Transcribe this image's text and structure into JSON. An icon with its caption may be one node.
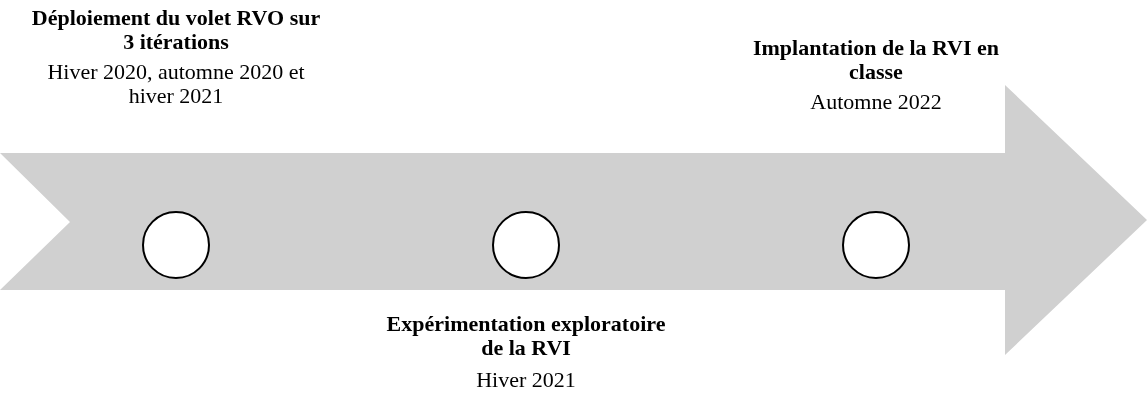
{
  "diagram": {
    "nodes": [
      {
        "text": [],
        "shape": "arrow"
      },
      {
        "text": [],
        "shape": "circle",
        "in": 0,
        "beside": [
          "Déploiement du volet RVO sur 3 itérations",
          "Hiver 2020, automne 2020 et hiver 2021"
        ]
      },
      {
        "text": [],
        "shape": "circle",
        "in": 0,
        "beside": [
          "Expérimentation exploratoire de la RVI",
          "Hiver 2021"
        ]
      },
      {
        "text": [],
        "shape": "circle",
        "in": 0,
        "beside": [
          "Implantation de la RVI en classe",
          "Automne 2022"
        ]
      }
    ],
    "edges": []
  }
}
